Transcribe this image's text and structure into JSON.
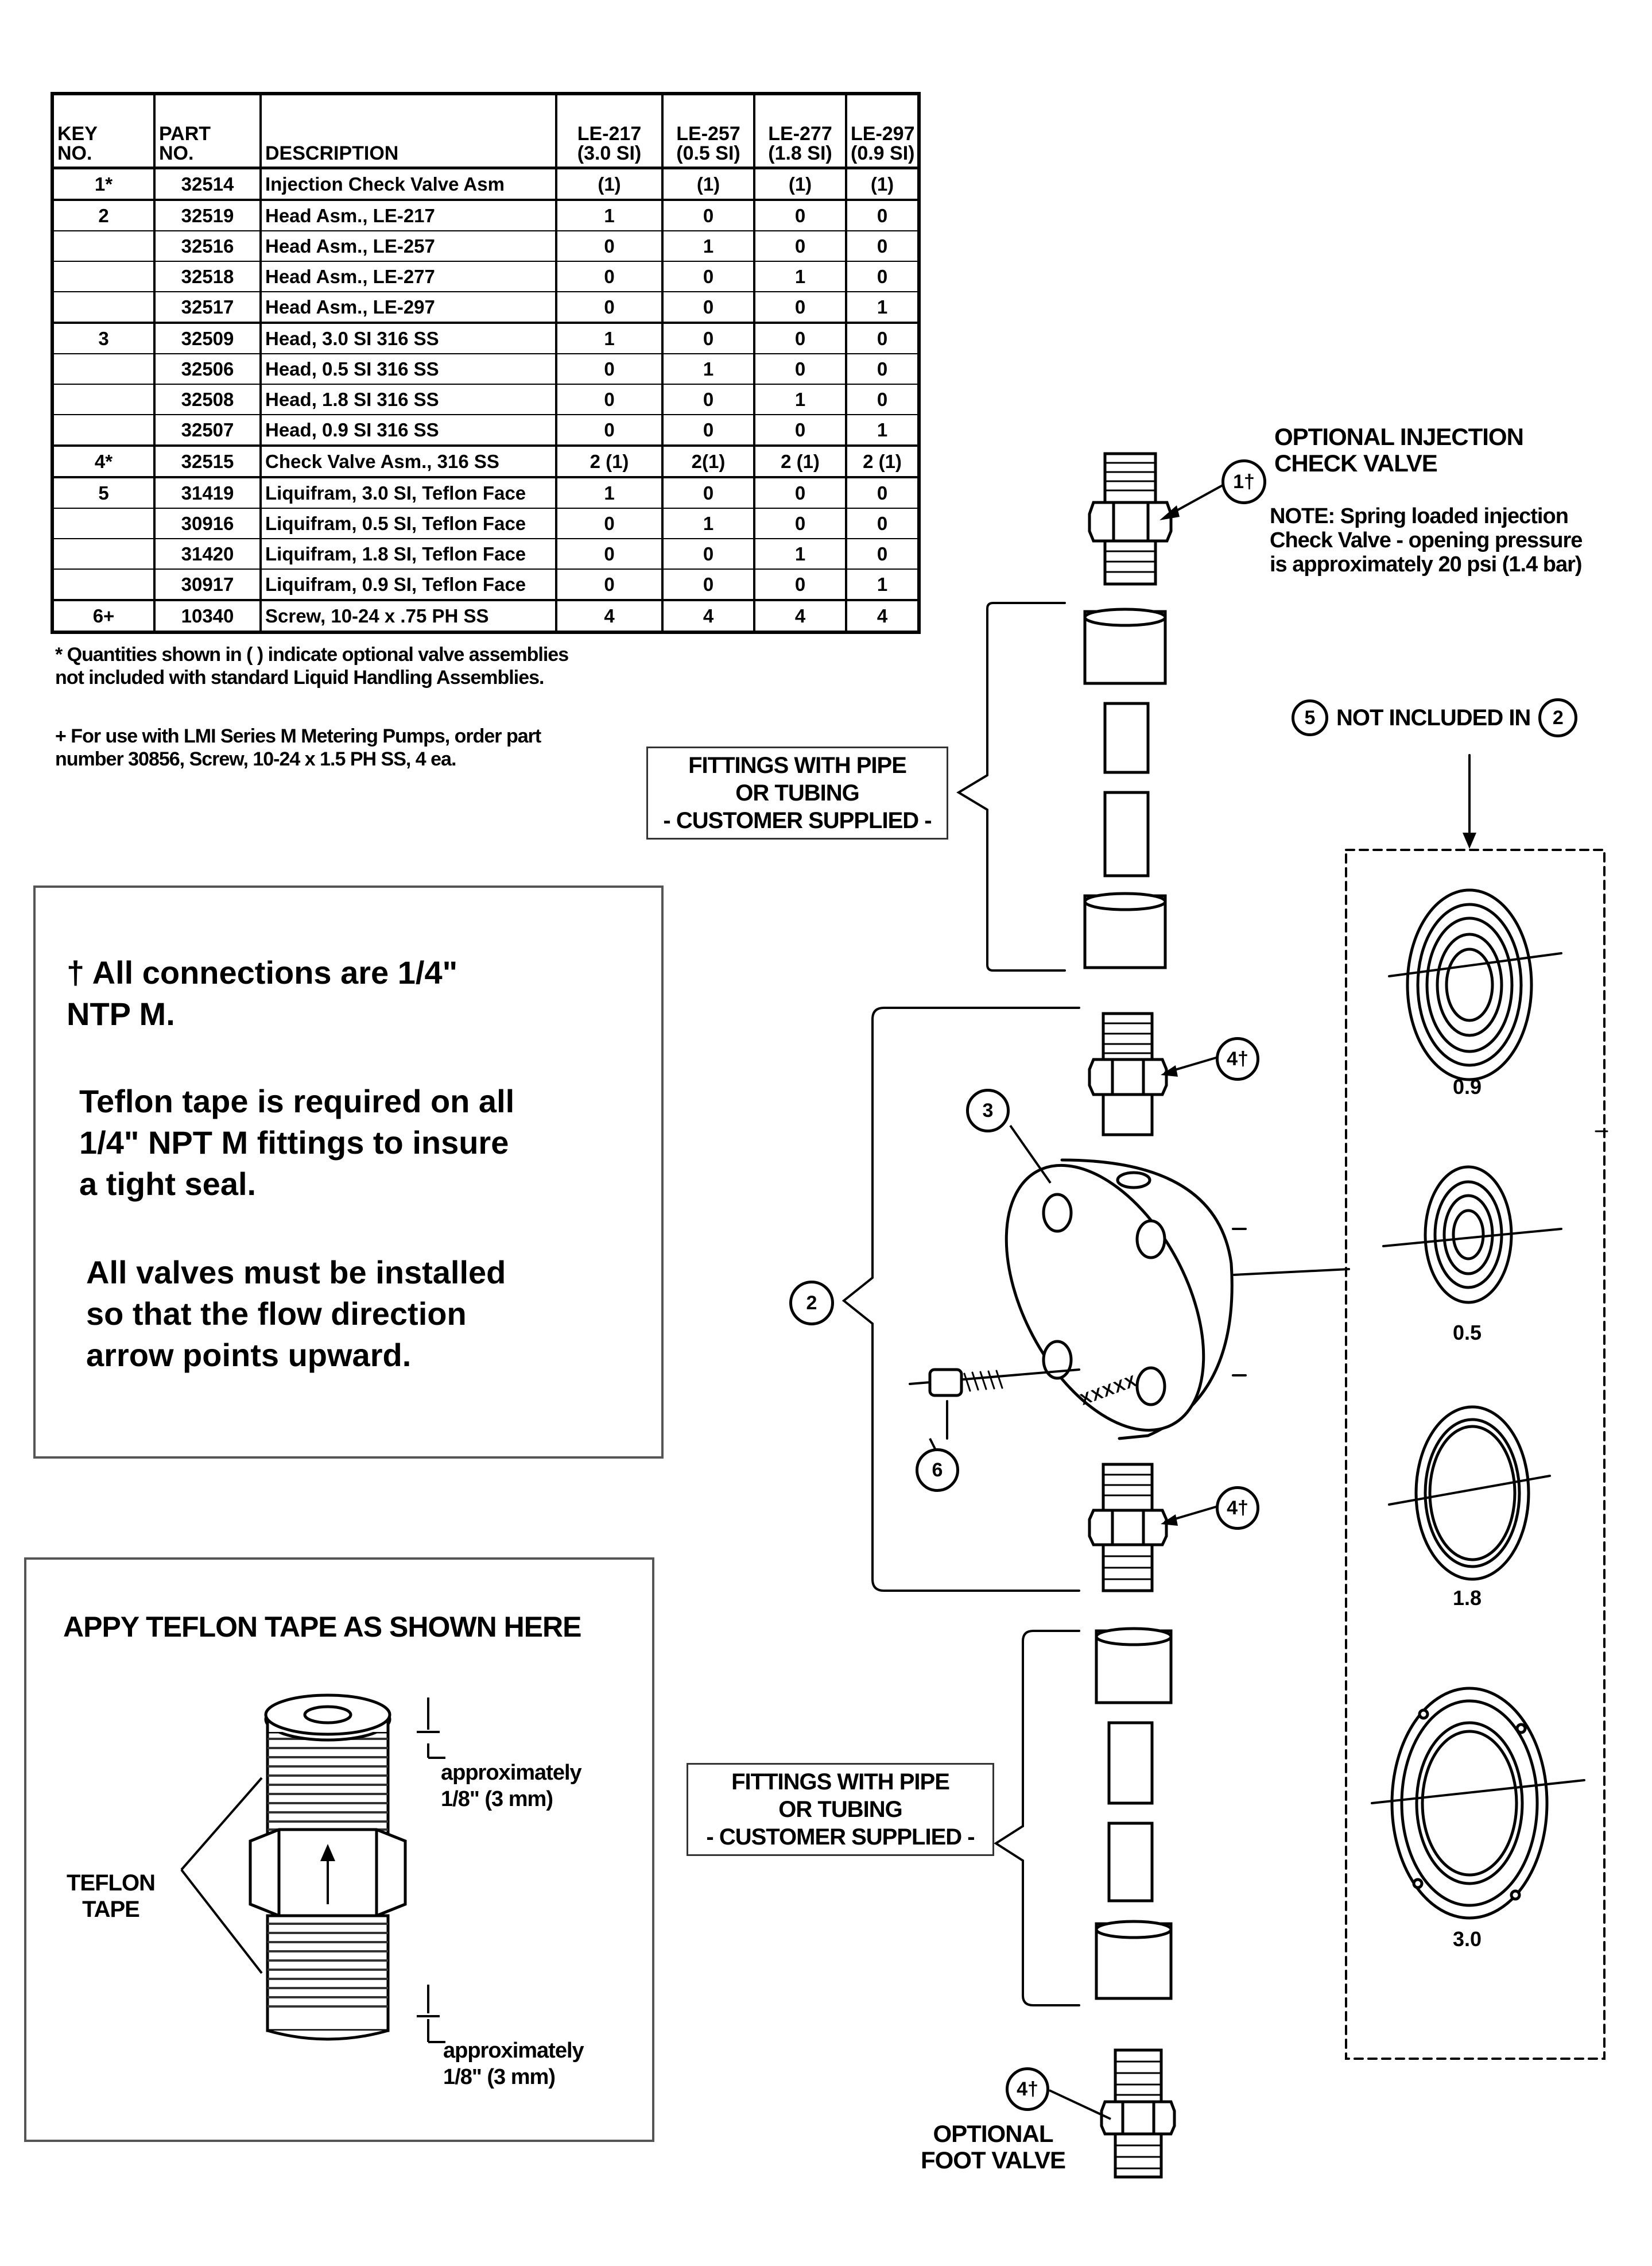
{
  "table": {
    "headers": {
      "key": [
        "KEY",
        "NO."
      ],
      "part": [
        "PART",
        "NO."
      ],
      "description": "DESCRIPTION",
      "models": [
        {
          "model": "LE-217",
          "sub": "(3.0 SI)"
        },
        {
          "model": "LE-257",
          "sub": "(0.5 SI)"
        },
        {
          "model": "LE-277",
          "sub": "(1.8 SI)"
        },
        {
          "model": "LE-297",
          "sub": "(0.9 SI)"
        }
      ]
    },
    "rows": [
      {
        "key": "1*",
        "part": "32514",
        "desc": "Injection Check Valve Asm",
        "q": [
          "(1)",
          "(1)",
          "(1)",
          "(1)"
        ]
      },
      {
        "key": "2",
        "part": "32519",
        "desc": "Head Asm., LE-217",
        "q": [
          "1",
          "0",
          "0",
          "0"
        ]
      },
      {
        "key": "",
        "part": "32516",
        "desc": "Head Asm., LE-257",
        "q": [
          "0",
          "1",
          "0",
          "0"
        ]
      },
      {
        "key": "",
        "part": "32518",
        "desc": "Head Asm., LE-277",
        "q": [
          "0",
          "0",
          "1",
          "0"
        ]
      },
      {
        "key": "",
        "part": "32517",
        "desc": "Head Asm., LE-297",
        "q": [
          "0",
          "0",
          "0",
          "1"
        ]
      },
      {
        "key": "3",
        "part": "32509",
        "desc": "Head, 3.0 SI 316 SS",
        "q": [
          "1",
          "0",
          "0",
          "0"
        ]
      },
      {
        "key": "",
        "part": "32506",
        "desc": "Head, 0.5 SI 316 SS",
        "q": [
          "0",
          "1",
          "0",
          "0"
        ]
      },
      {
        "key": "",
        "part": "32508",
        "desc": "Head, 1.8 SI 316 SS",
        "q": [
          "0",
          "0",
          "1",
          "0"
        ]
      },
      {
        "key": "",
        "part": "32507",
        "desc": "Head, 0.9 SI 316 SS",
        "q": [
          "0",
          "0",
          "0",
          "1"
        ]
      },
      {
        "key": "4*",
        "part": "32515",
        "desc": "Check Valve Asm., 316 SS",
        "q": [
          "2 (1)",
          "2(1)",
          "2 (1)",
          "2 (1)"
        ]
      },
      {
        "key": "5",
        "part": "31419",
        "desc": "Liquifram, 3.0 SI, Teflon Face",
        "q": [
          "1",
          "0",
          "0",
          "0"
        ]
      },
      {
        "key": "",
        "part": "30916",
        "desc": "Liquifram, 0.5 SI, Teflon Face",
        "q": [
          "0",
          "1",
          "0",
          "0"
        ]
      },
      {
        "key": "",
        "part": "31420",
        "desc": "Liquifram, 1.8 SI, Teflon Face",
        "q": [
          "0",
          "0",
          "1",
          "0"
        ]
      },
      {
        "key": "",
        "part": "30917",
        "desc": "Liquifram, 0.9 SI, Teflon Face",
        "q": [
          "0",
          "0",
          "0",
          "1"
        ]
      },
      {
        "key": "6+",
        "part": "10340",
        "desc": "Screw, 10-24 x .75 PH SS",
        "q": [
          "4",
          "4",
          "4",
          "4"
        ]
      }
    ]
  },
  "footnotes": {
    "asterisk": [
      "* Quantities shown in ( ) indicate optional valve assemblies",
      "not included with standard Liquid Handling Assemblies."
    ],
    "plus": [
      "+ For use with LMI Series M Metering Pumps, order part",
      "number 30856, Screw, 10-24 x 1.5 PH SS, 4 ea."
    ]
  },
  "info_box": {
    "p1": [
      "† All connections are 1/4\"",
      "NTP M."
    ],
    "p2": [
      "Teflon tape is required on all",
      "1/4\" NPT M fittings to insure",
      "a tight seal."
    ],
    "p3": [
      "All valves must be installed",
      "so that the flow direction",
      "arrow points upward."
    ]
  },
  "tape_box": {
    "title": "APPY TEFLON TAPE AS SHOWN HERE",
    "tape_label": [
      "TEFLON",
      "TAPE"
    ],
    "approx_top": [
      "approximately",
      "1/8\" (3 mm)"
    ],
    "approx_bottom": [
      "approximately",
      "1/8\" (3 mm)"
    ]
  },
  "diagram": {
    "optional_check_valve": [
      "OPTIONAL INJECTION",
      "CHECK VALVE"
    ],
    "note": [
      "NOTE: Spring loaded injection",
      "Check Valve - opening pressure",
      "is approximately 20 psi (1.4 bar)"
    ],
    "fittings_top": [
      "FITTINGS WITH PIPE",
      "OR TUBING",
      "- CUSTOMER SUPPLIED -"
    ],
    "fittings_bottom": [
      "FITTINGS WITH PIPE",
      "OR TUBING",
      "- CUSTOMER SUPPLIED -"
    ],
    "not_included": {
      "pre": "5",
      "text": "NOT INCLUDED IN",
      "post": "2"
    },
    "callouts": {
      "c1": "1†",
      "c2": "2",
      "c3": "3",
      "c4a": "4†",
      "c4b": "4†",
      "c4c": "4†",
      "c6": "6"
    },
    "head_marking": "XXXXX",
    "sizes": [
      "0.9",
      "0.5",
      "1.8",
      "3.0"
    ],
    "optional_foot_valve": [
      "OPTIONAL",
      "FOOT VALVE"
    ]
  }
}
